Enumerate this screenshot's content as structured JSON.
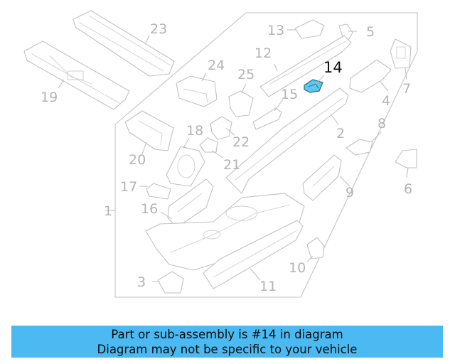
{
  "diagram": {
    "highlight_color": "#5cc8ee",
    "labels": [
      "1",
      "2",
      "3",
      "4",
      "5",
      "6",
      "7",
      "8",
      "9",
      "10",
      "11",
      "12",
      "13",
      "14",
      "15",
      "16",
      "17",
      "18",
      "19",
      "20",
      "21",
      "22",
      "23",
      "24",
      "25"
    ],
    "highlighted_part": "14"
  },
  "banner": {
    "background": "#4bb9f2",
    "line1": "Part or sub-assembly is #14 in diagram",
    "line2": "Diagram may not be specific to your vehicle"
  }
}
